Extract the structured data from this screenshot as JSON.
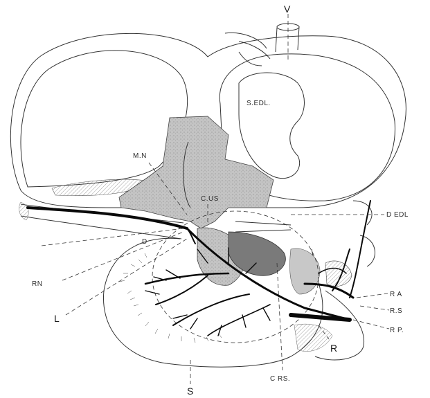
{
  "figure": {
    "labels": {
      "V": "V",
      "SEDL": "S.EDL.",
      "MN": "M.N",
      "CUS": "C.US",
      "DEDL": "D EDL",
      "D": "D",
      "RN": "RN",
      "L": "L",
      "RA": "R A",
      "RS": "R.S",
      "RP": "R P.",
      "R": "R",
      "CRS": "C RS.",
      "S": "S"
    },
    "colors": {
      "ink": "#0a0a0a",
      "line": "#333333",
      "gland_shade": "#b8b8b8",
      "dark_shade": "#7a7a7a"
    }
  }
}
